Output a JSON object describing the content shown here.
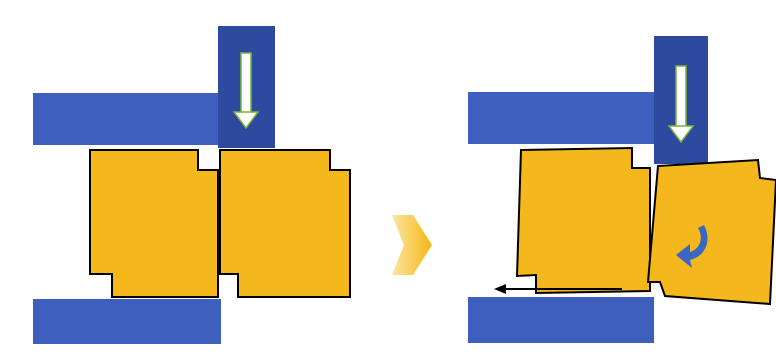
{
  "colors": {
    "background": "#ffffff",
    "plate": "#3f5fbe",
    "punch": "#2d4a9e",
    "block": "#f5b81c",
    "block_edge": "#000000",
    "transition_arrow": "#f8c02a",
    "rotate_arrow": "#3a67c4",
    "press_arrow_fill": "#ffffff",
    "press_arrow_edge": "#79b33a",
    "slide_arrow": "#000000"
  },
  "panels": [
    {
      "id": "before",
      "state": "intact",
      "components": [
        "upper-plate",
        "lower-plate",
        "punch",
        "left-block",
        "right-block",
        "press-arrow"
      ]
    },
    {
      "id": "after",
      "state": "shifted-and-rotated",
      "components": [
        "upper-plate",
        "lower-plate",
        "punch",
        "left-block",
        "right-block-tilted",
        "press-arrow",
        "rotate-arrow",
        "slide-arrow"
      ]
    }
  ],
  "transition_icon": "chevron-right-arrow-icon"
}
